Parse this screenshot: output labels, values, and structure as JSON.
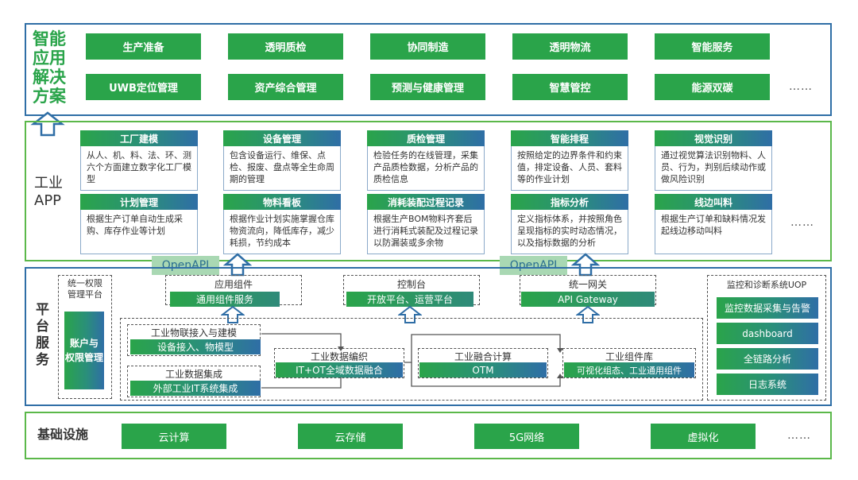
{
  "solutions": {
    "title": "智能\n应用\n解决\n方案",
    "row1": [
      "生产准备",
      "透明质检",
      "协同制造",
      "透明物流",
      "智能服务"
    ],
    "row2": [
      "UWB定位管理",
      "资产综合管理",
      "预测与健康管理",
      "智慧管控",
      "能源双碳"
    ],
    "more": "……"
  },
  "app_layer": {
    "title": "工业\nAPP",
    "cards": [
      {
        "head": "工厂建模",
        "body": "从人、机、料、法、环、测六个方面建立数字化工厂模型"
      },
      {
        "head": "设备管理",
        "body": "包含设备运行、维保、点检、报废、盘点等全生命周期的管理"
      },
      {
        "head": "质检管理",
        "body": "检验任务的在线管理，采集产品质检数据，分析产品的质检信息"
      },
      {
        "head": "智能排程",
        "body": "按照给定的边界条件和约束值，排定设备、人员、套料等的作业计划"
      },
      {
        "head": "视觉识别",
        "body": "通过视觉算法识别物料、人员、行为，判别后续动作或做风险识别"
      },
      {
        "head": "计划管理",
        "body": "根据生产订单自动生成采购、库存作业等计划"
      },
      {
        "head": "物料看板",
        "body": "根据作业计划实施掌握仓库物资流向，降低库存，减少耗损，节约成本"
      },
      {
        "head": "消耗装配过程记录",
        "body": "根据生产BOM物料齐套后进行消耗式装配及过程记录以防漏装或多余物"
      },
      {
        "head": "指标分析",
        "body": "定义指标体系，并按照角色呈现指标的实时动态情况，以及指标数据的分析"
      },
      {
        "head": "线边叫料",
        "body": "根据生产订单和缺料情况发起线边移动叫料"
      }
    ],
    "more": "……"
  },
  "openapi": [
    "OpenAPI",
    "OpenAPI"
  ],
  "platform": {
    "title": "平\n台\n服\n务",
    "auth_group": "统一权限\n管理平台",
    "auth_box": "账户与\n权限管理",
    "components": [
      {
        "label": "应用组件",
        "btn": "通用组件服务"
      },
      {
        "label": "控制台",
        "btn": "开放平台、运营平台"
      },
      {
        "label": "统一网关",
        "btn": "API Gateway"
      }
    ],
    "iot": {
      "label": "工业物联接入与建模",
      "btn": "设备接入、物模型"
    },
    "integration": {
      "label": "工业数据集成",
      "btn": "外部工业IT系统集成"
    },
    "orchestration": {
      "label": "工业数据编织",
      "btn": "IT+OT全域数据融合"
    },
    "fusion": {
      "label": "工业融合计算",
      "btn": "OTM"
    },
    "library": {
      "label": "工业组件库",
      "btn": "可视化组态、工业通用组件"
    },
    "uop": {
      "title": "监控和诊断系统UOP",
      "items": [
        "监控数据采集与告警",
        "dashboard",
        "全链路分析",
        "日志系统"
      ]
    }
  },
  "infra": {
    "title": "基础设施",
    "items": [
      "云计算",
      "云存储",
      "5G网络",
      "虚拟化"
    ],
    "more": "……"
  },
  "colors": {
    "green": "#2aa44a",
    "blue": "#2f6ea6",
    "layer_green": "#5bb84a",
    "openapi_bg": "#a9d8b3"
  }
}
